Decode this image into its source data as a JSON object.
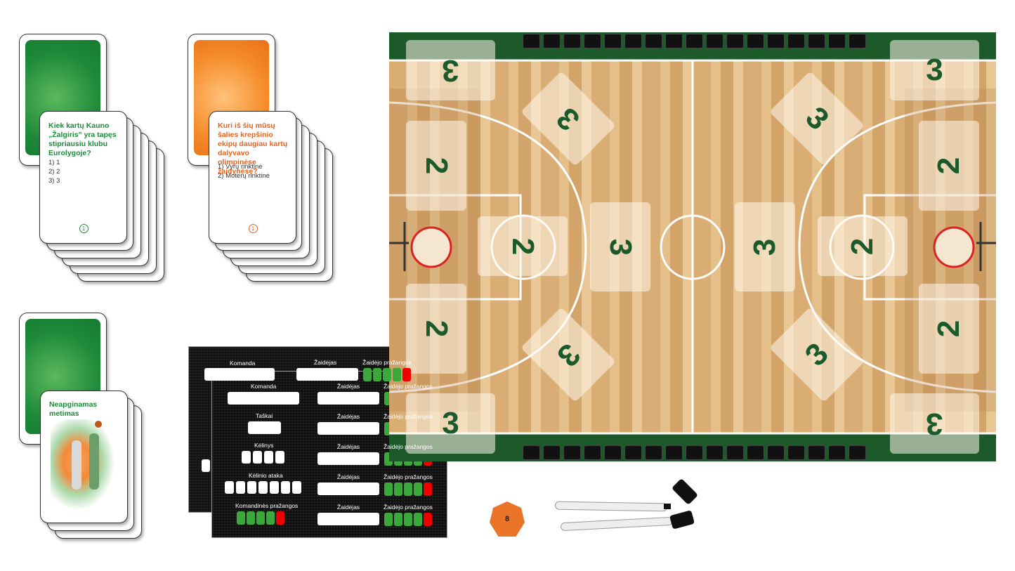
{
  "green_card": {
    "question": "Kiek kartų Kauno „Žalgiris\" yra tapęs stipriausiu klubu Eurolygoje?",
    "answers": [
      "1) 1",
      "2) 2",
      "3) 3"
    ],
    "number": "1",
    "color": "#1f8a3a"
  },
  "orange_card": {
    "question": "Kuri iš šių mūsų šalies krepšinio ekipų daugiau kartų dalyvavo olimpinėse žaidynėse?",
    "answers": [
      "1) Vyrų rinktinė",
      "2) Moterų rinktinė"
    ],
    "number": "1",
    "color": "#e8621a"
  },
  "action_card": {
    "title": "Neapginamas metimas",
    "color": "#1f8a3a"
  },
  "scoreboard": {
    "team": "Komanda",
    "points": "Taškai",
    "quarter": "Kėlinys",
    "quarter_attack": "Kėlinio ataka",
    "team_fouls": "Komandinės pražangos",
    "player": "Žaidėjas",
    "player_fouls": "Žaidėjo pražangos"
  },
  "court": {
    "zones_left": [
      "3",
      "2",
      "3",
      "2",
      "3",
      "2",
      "3",
      "3"
    ],
    "zones_right": [
      "3",
      "2",
      "3",
      "2",
      "3",
      "2",
      "3",
      "3"
    ]
  },
  "die": {
    "face": "8"
  }
}
